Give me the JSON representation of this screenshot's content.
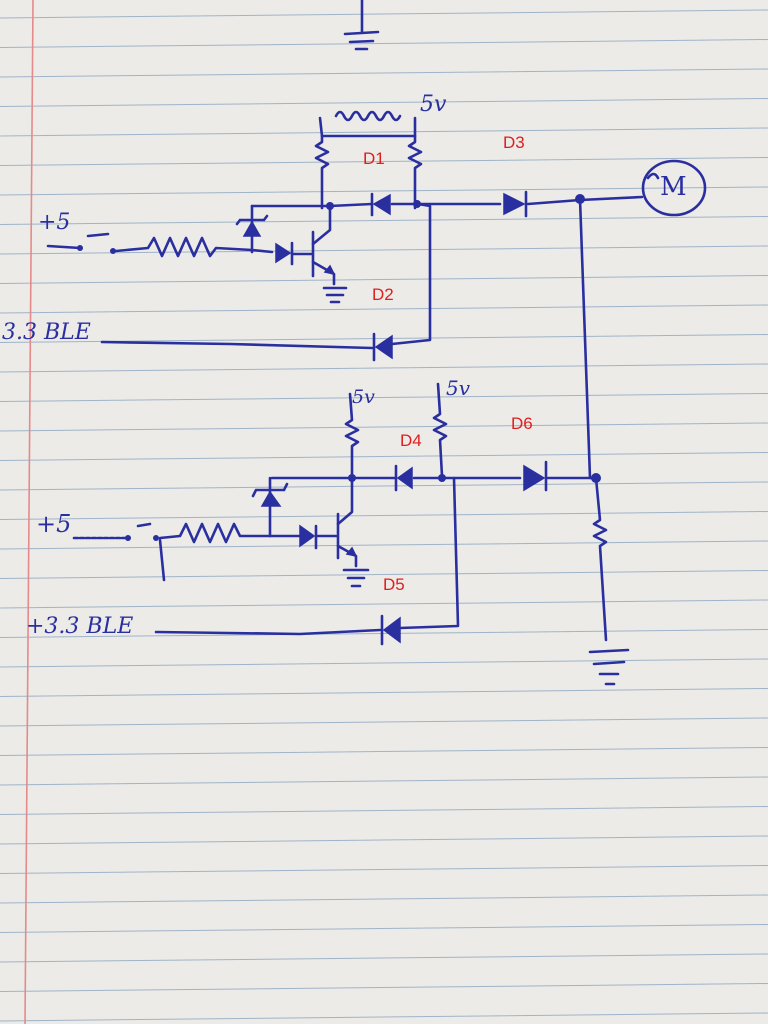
{
  "colors": {
    "ink": "#2a2fa0",
    "label": "#e01e1e",
    "paper": "#ecebe8",
    "rule": "#9fb4c8",
    "margin": "#e58a8a"
  },
  "diode_labels": {
    "d1": "D1",
    "d2": "D2",
    "d3": "D3",
    "d4": "D4",
    "d5": "D5",
    "d6": "D6"
  },
  "handwriting": {
    "supply_top": "5v",
    "supply_mid_left": "5v",
    "supply_mid_right": "5v",
    "input_top": "+5",
    "input_bottom": "+5",
    "ble_top": "3.3 BLE",
    "ble_bottom": "+3.3 BLE",
    "motor": "M"
  }
}
